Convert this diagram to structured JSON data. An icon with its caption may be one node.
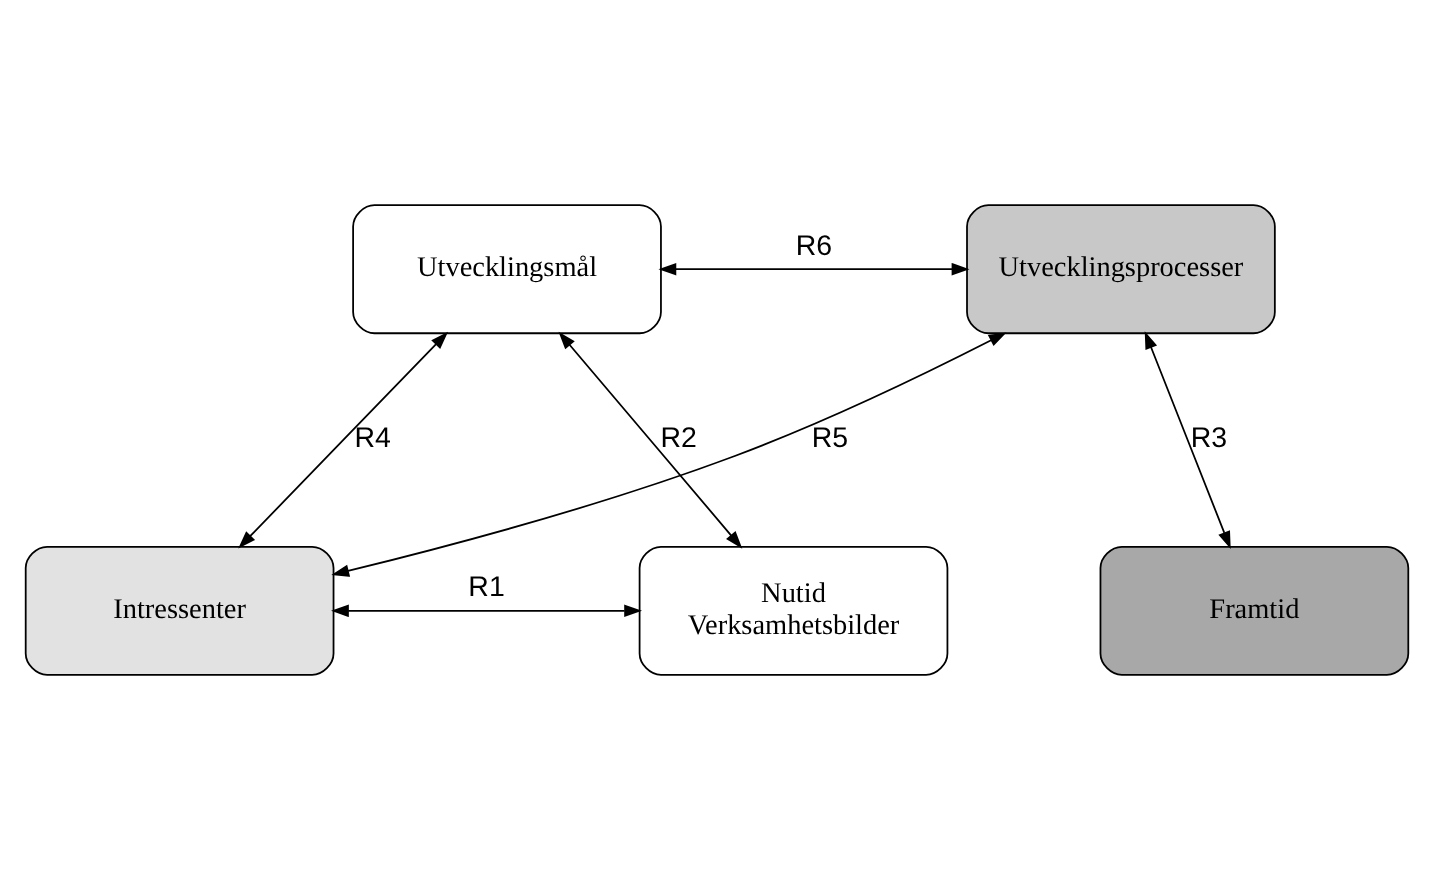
{
  "diagram": {
    "nodes": [
      {
        "text": [
          "Utvecklingsmål"
        ]
      },
      {
        "text": [
          "Utvecklingsprocesser"
        ]
      },
      {
        "text": [
          "Intressenter"
        ]
      },
      {
        "text": [
          "Framtid"
        ]
      },
      {
        "text": [
          "Nutid",
          "Verksamhetsbilder"
        ]
      }
    ],
    "edges": [
      {
        "from": 0,
        "to": 1,
        "arrow": "both",
        "label": "R6"
      },
      {
        "from": 0,
        "to": 2,
        "arrow": "both",
        "label": "R4"
      },
      {
        "from": 2,
        "to": 1,
        "arrow": "both",
        "label": "R5"
      },
      {
        "from": 0,
        "to": 4,
        "arrow": "both",
        "label": "R2"
      },
      {
        "from": 1,
        "to": 3,
        "arrow": "both",
        "label": "R3"
      },
      {
        "from": 2,
        "to": 4,
        "arrow": "both",
        "label": "R1"
      }
    ]
  }
}
